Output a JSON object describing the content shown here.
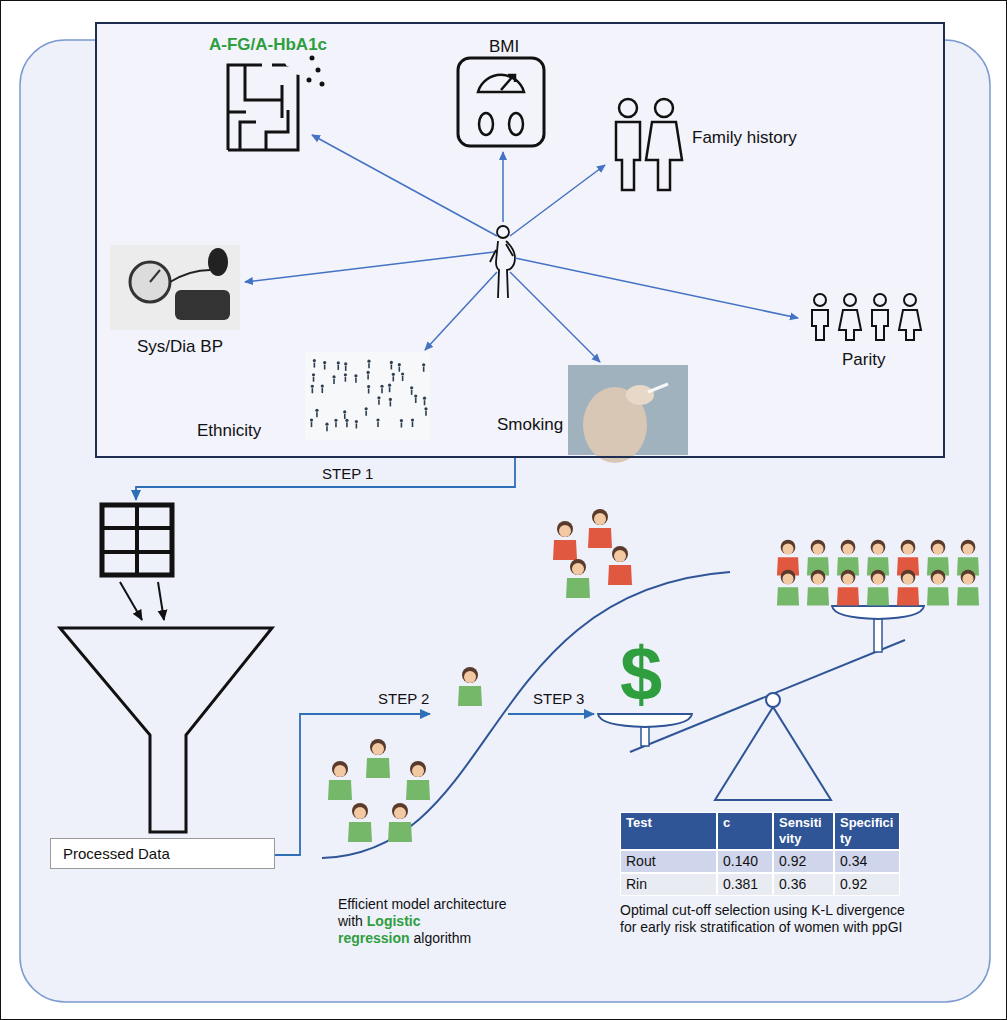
{
  "diagram": {
    "nodes": [
      {
        "text": [
          "A-FG/A-HbA1c",
          "BMI",
          "Family history",
          "Parity",
          "Smoking",
          "Ethnicity",
          "Sys/Dia BP"
        ]
      },
      {
        "text": [
          "Processed Data"
        ]
      }
    ],
    "labels": [
      "STEP 1",
      "STEP 2",
      "STEP 3",
      "$",
      "Test",
      "c",
      "Sensitivity",
      "Specificity",
      "Rout",
      "0.140",
      "0.92",
      "0.34",
      "Rin",
      "0.381",
      "0.36",
      "0.92",
      "Efficient model architecture with",
      "Logistic regression",
      "algorithm",
      "Optimal cut-off selection using K-L divergence for early risk stratification of women with ppGI"
    ]
  }
}
